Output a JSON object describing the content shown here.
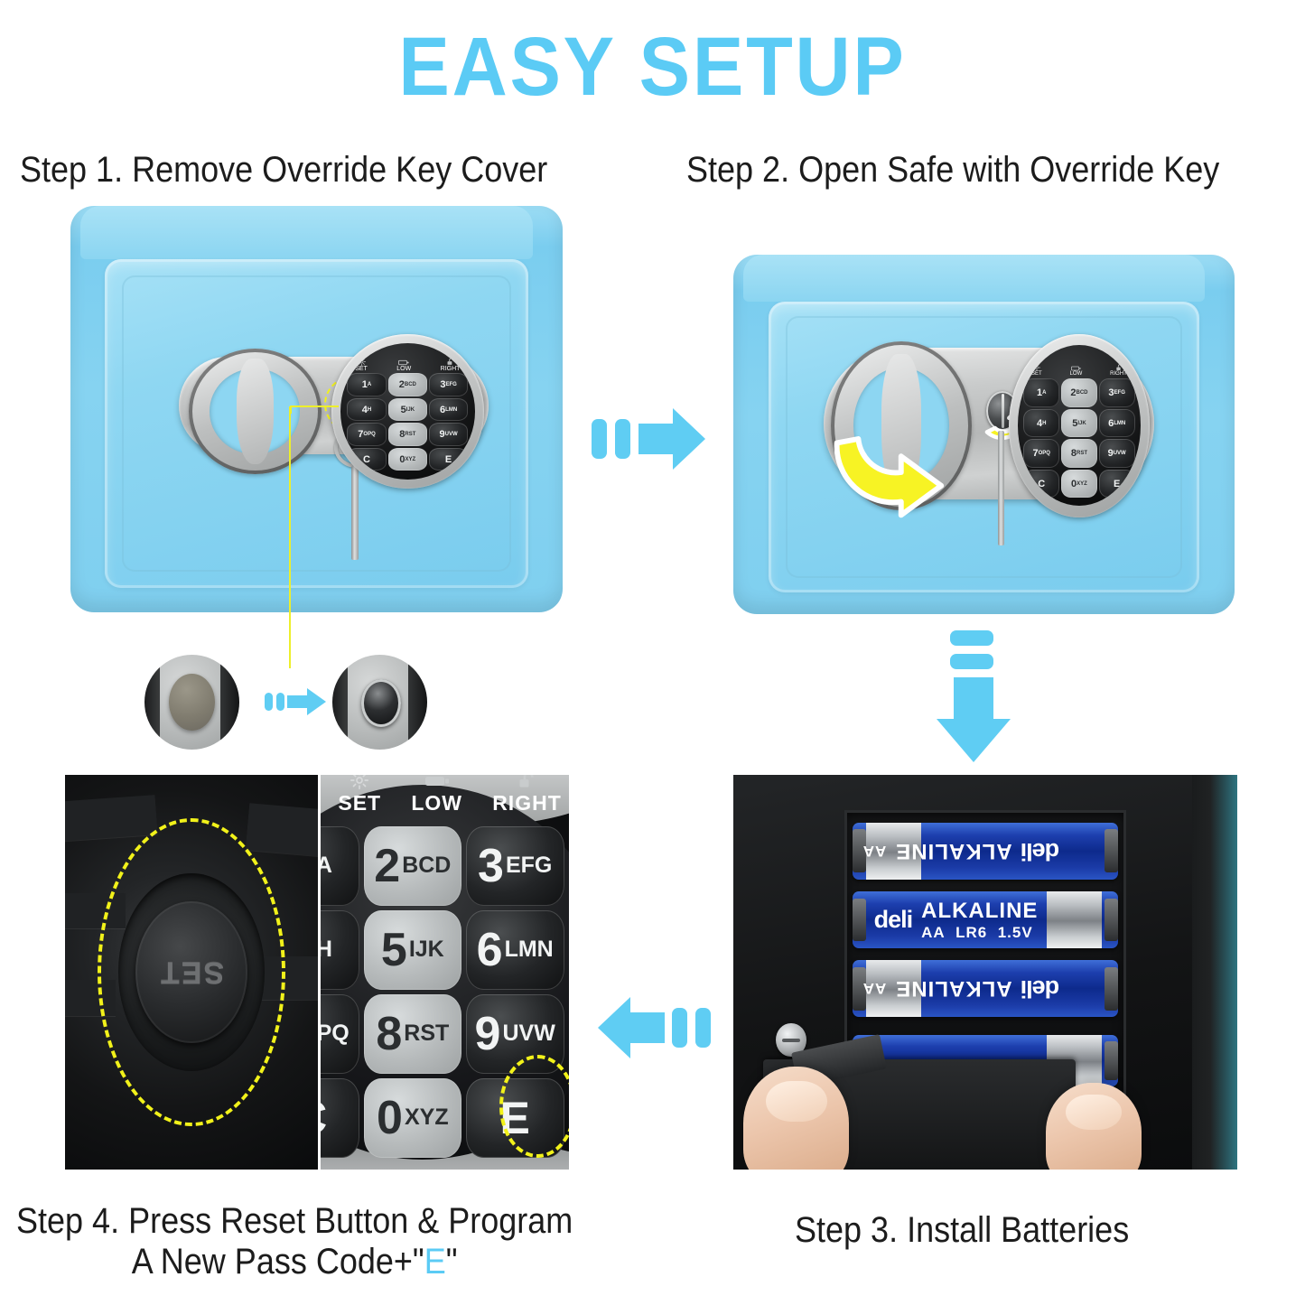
{
  "title": "EASY SETUP",
  "colors": {
    "title_blue": "#5BCBF5",
    "arrow_blue": "#5FCDF3",
    "highlight_yellow": "#F2F21A",
    "safe_body": "#86D3F1",
    "battery_blue": "#1D3FAE",
    "caption_text": "#1c1c1c"
  },
  "steps": {
    "step1": {
      "caption": "Step 1. Remove Override Key Cover"
    },
    "step2": {
      "caption": "Step 2. Open Safe with Override Key"
    },
    "step3": {
      "caption": "Step 3. Install Batteries"
    },
    "step4": {
      "caption_line1": "Step 4. Press Reset Button & Program",
      "caption_line2_pre": "A New Pass Code+\"",
      "caption_line2_key": "E",
      "caption_line2_post": "\""
    }
  },
  "keypad": {
    "status": [
      {
        "label": "SET",
        "icon": "gear-icon"
      },
      {
        "label": "LOW",
        "icon": "battery-icon"
      },
      {
        "label": "RIGHT",
        "icon": "unlocked-padlock-icon"
      }
    ],
    "keys": [
      {
        "num": "1",
        "letters": "A",
        "style": "dark"
      },
      {
        "num": "2",
        "letters": "BCD",
        "style": "light"
      },
      {
        "num": "3",
        "letters": "EFG",
        "style": "dark"
      },
      {
        "num": "4",
        "letters": "H",
        "style": "dark"
      },
      {
        "num": "5",
        "letters": "IJK",
        "style": "light"
      },
      {
        "num": "6",
        "letters": "LMN",
        "style": "dark"
      },
      {
        "num": "7",
        "letters": "OPQ",
        "style": "dark"
      },
      {
        "num": "8",
        "letters": "RST",
        "style": "light"
      },
      {
        "num": "9",
        "letters": "UVW",
        "style": "dark"
      },
      {
        "num": "C",
        "letters": "",
        "style": "dark"
      },
      {
        "num": "0",
        "letters": "XYZ",
        "style": "light"
      },
      {
        "num": "E",
        "letters": "",
        "style": "dark"
      }
    ],
    "keypad_closeup_left_col": [
      "A",
      "H",
      "PQ",
      "C"
    ],
    "highlighted_key": "E"
  },
  "reset_button": {
    "label": "SET",
    "highlight": "yellow-dashed-circle"
  },
  "battery": {
    "brand": "deli",
    "type": "ALKALINE",
    "size": "AA",
    "model": "LR6",
    "voltage": "1.5V",
    "count": 4
  },
  "arrows": {
    "step1_to_step2": "right-arrow",
    "step2_to_step3": "down-arrow",
    "step3_to_step4": "left-arrow",
    "inset_transition": "right-arrow",
    "handle_rotate": "yellow-curved-arrow",
    "key_turn": "yellow-curved-arrow-small"
  }
}
